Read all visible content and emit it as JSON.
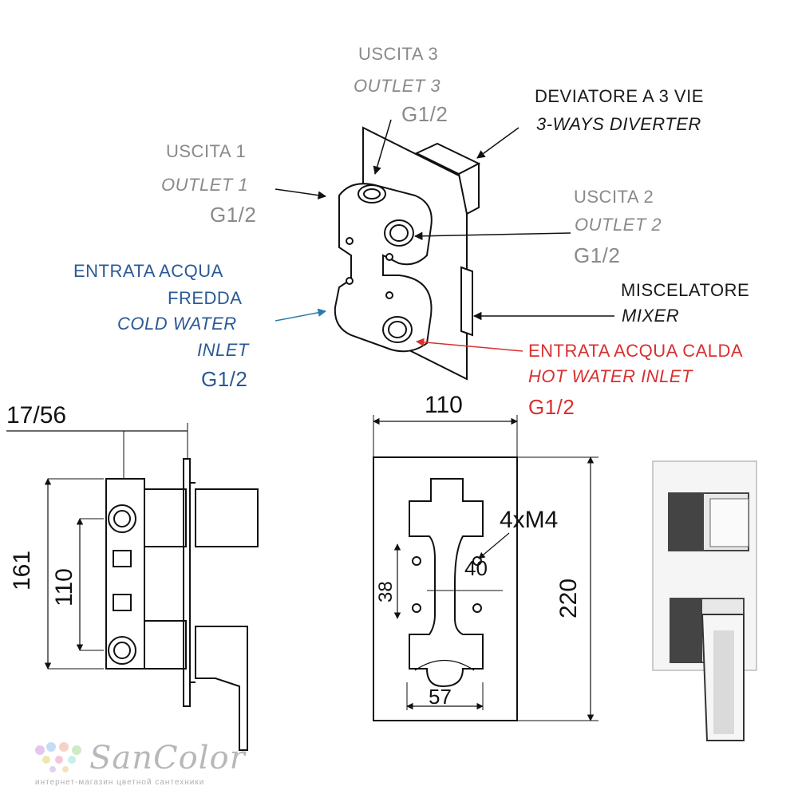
{
  "labels": {
    "outlet3": {
      "it": "USCITA 3",
      "en": "OUTLET 3",
      "size": "G1/2"
    },
    "diverter": {
      "it": "DEVIATORE A 3 VIE",
      "en": "3-WAYS DIVERTER"
    },
    "outlet1": {
      "it": "USCITA 1",
      "en": "OUTLET 1",
      "size": "G1/2"
    },
    "outlet2": {
      "it": "USCITA 2",
      "en": "OUTLET 2",
      "size": "G1/2"
    },
    "cold": {
      "it1": "ENTRATA ACQUA",
      "it2": "FREDDA",
      "en1": "COLD WATER",
      "en2": "INLET",
      "size": "G1/2"
    },
    "mixer": {
      "it": "MISCELATORE",
      "en": "MIXER"
    },
    "hot": {
      "it": "ENTRATA ACQUA CALDA",
      "en": "HOT WATER INLET",
      "size": "G1/2"
    }
  },
  "dimensions": {
    "depth": "17/56",
    "height_total": "161",
    "height_inner": "110",
    "plate_width": "110",
    "screws": "4xM4",
    "screw_spacing": "40",
    "screw_vertical": "38",
    "plate_height": "220",
    "bottom_width": "57"
  },
  "brand": {
    "name": "SanColor",
    "tagline": "интернет-магазин цветной сантехники"
  },
  "colors": {
    "gray": "#8a8a8a",
    "blue": "#2a5a96",
    "red": "#d93030",
    "line": "#111111"
  }
}
